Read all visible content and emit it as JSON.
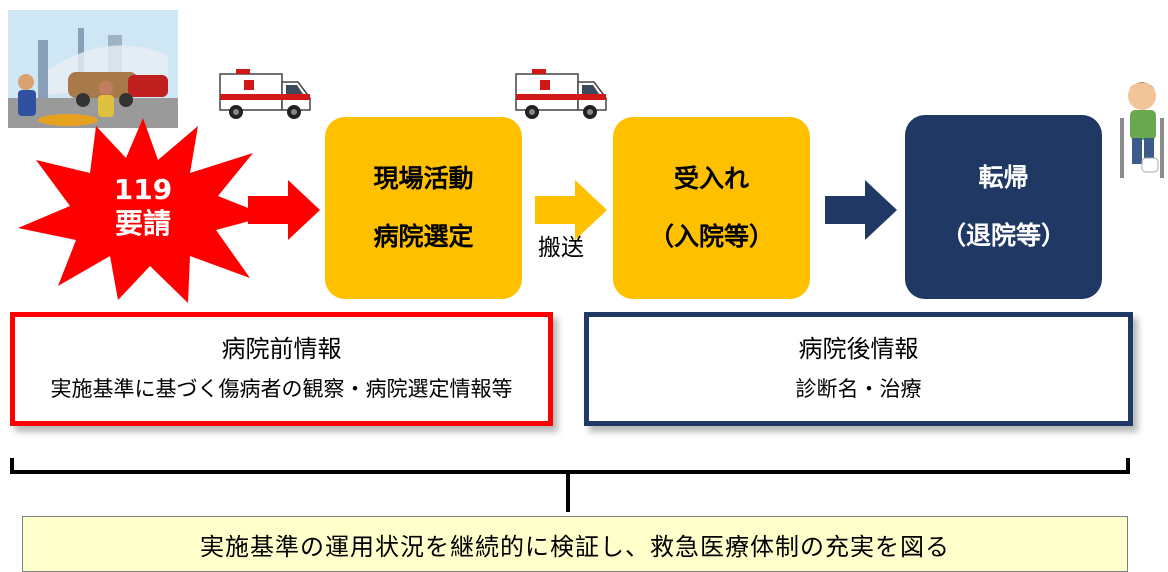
{
  "start": {
    "line1": "119",
    "line2": "要請"
  },
  "steps": [
    {
      "line1": "現場活動",
      "line2": "病院選定"
    },
    {
      "line1": "受入れ",
      "line2": "（入院等）"
    },
    {
      "line1": "転帰",
      "line2": "（退院等）"
    }
  ],
  "transport_label": "搬送",
  "pre_hospital": {
    "title": "病院前情報",
    "detail": "実施基準に基づく傷病者の観察・病院選定情報等"
  },
  "post_hospital": {
    "title": "病院後情報",
    "detail": "診断名・治療"
  },
  "conclusion": "実施基準の運用状況を継続的に検証し、救急医療体制の充実を図る",
  "colors": {
    "red": "#ff0000",
    "yellow": "#ffc000",
    "navy": "#203864",
    "conclusion_bg": "#ffffcc"
  }
}
